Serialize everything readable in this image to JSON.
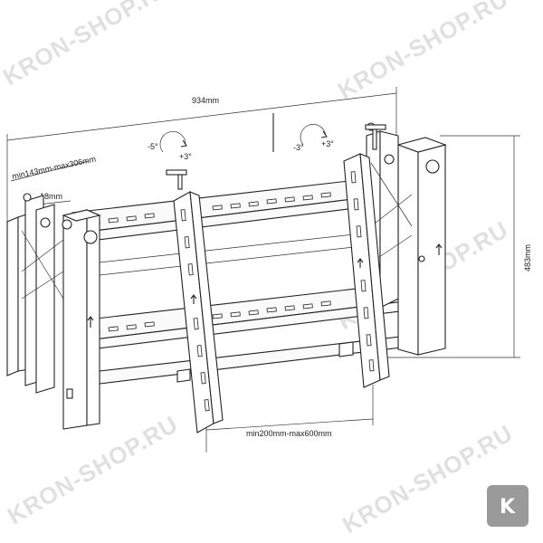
{
  "dimensions": {
    "width_total": "934mm",
    "depth_range": "min143mm-max306mm",
    "offset": "18mm",
    "height": "483mm",
    "vesa_range": "min200mm-max600mm"
  },
  "tilt": {
    "left": {
      "minus": "-5°",
      "plus": "+3°"
    },
    "right": {
      "minus": "-3°",
      "plus": "+3°"
    }
  },
  "watermark": {
    "text": "KRON-SHOP.RU",
    "logo_letter": "K"
  },
  "colors": {
    "line": "#222222",
    "watermark": "#c8c8c8",
    "badge_bg": "#9a9a9a"
  }
}
